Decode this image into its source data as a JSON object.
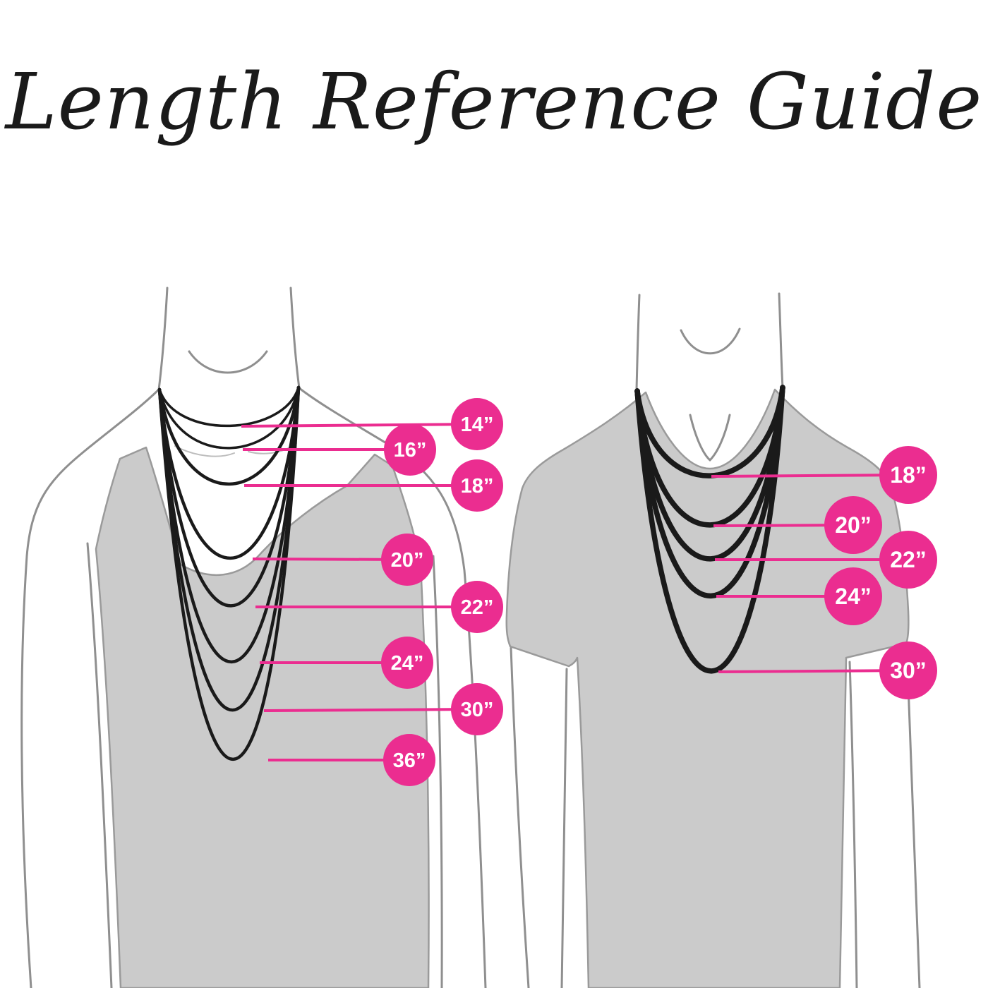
{
  "title": "Length Reference Guide",
  "colors": {
    "accent_pink": "#EB2D90",
    "figure_fill": "#CBCBCB",
    "figure_outline": "#8F8F8F",
    "necklace": "#1A1A1A",
    "badge_text": "#FFFFFF",
    "title_text": "#1A1A1A",
    "background": "#FFFFFF"
  },
  "left_figure": {
    "lengths": [
      "14”",
      "16”",
      "18”",
      "20”",
      "22”",
      "24”",
      "30”",
      "36”"
    ]
  },
  "right_figure": {
    "lengths": [
      "18”",
      "20”",
      "22”",
      "24”",
      "30”"
    ]
  }
}
